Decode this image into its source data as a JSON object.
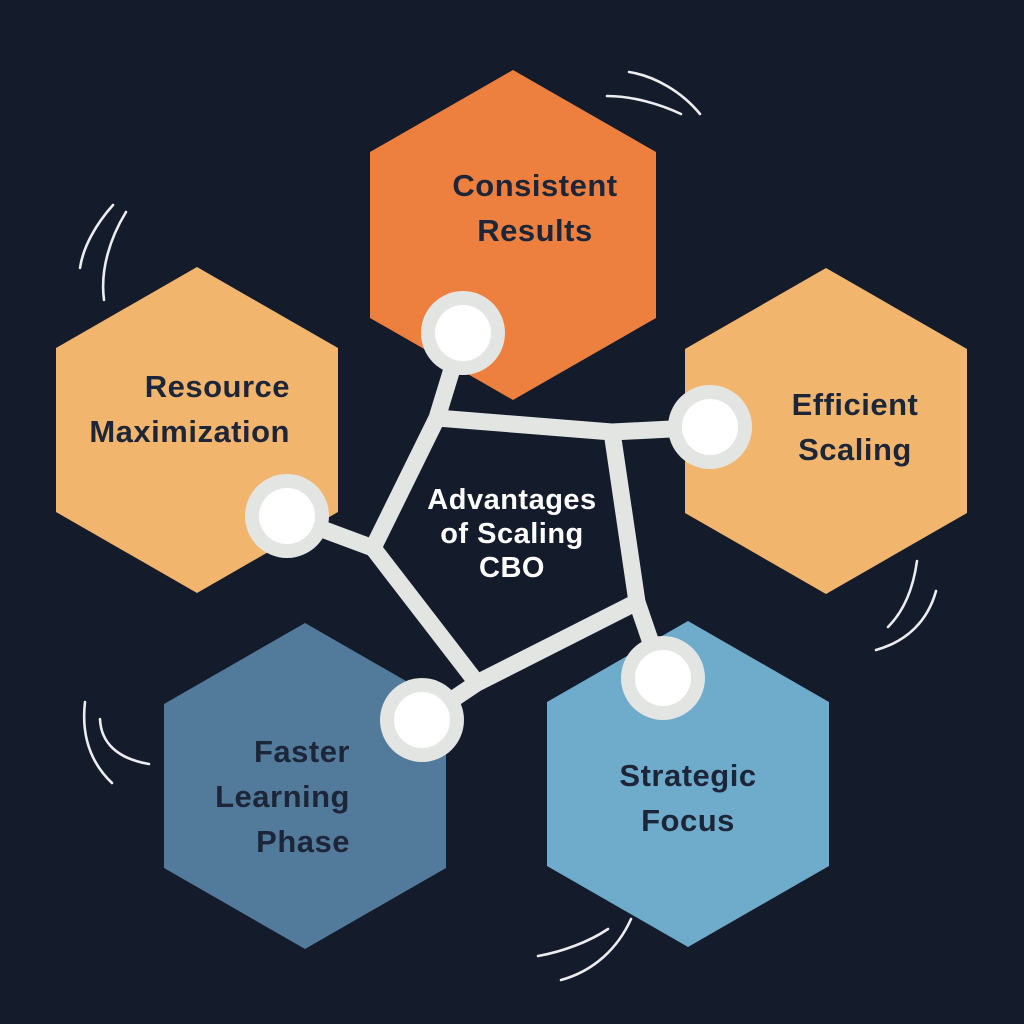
{
  "title": {
    "text": "Advantages\nof Scaling\nCBO"
  },
  "hexagons": [
    {
      "key": "consistent-results",
      "label": "Consistent\nResults",
      "color": "#ED7F3F"
    },
    {
      "key": "efficient-scaling",
      "label": "Efficient\nScaling",
      "color": "#F2B56E"
    },
    {
      "key": "resource-maximization",
      "label": "Resource\nMaximization",
      "color": "#F2B56E"
    },
    {
      "key": "faster-learning-phase",
      "label": "Faster\nLearning\nPhase",
      "color": "#527A9B"
    },
    {
      "key": "strategic-focus",
      "label": "Strategic\nFocus",
      "color": "#6FABCB"
    }
  ],
  "colors": {
    "background": "#141B2A",
    "connector": "#E3E5E3",
    "node_ring": "#E3E5E3",
    "node_fill": "#FFFFFF",
    "label_text": "#1D2638",
    "title_text": "#FFFFFF",
    "swoosh": "#FFFFFF"
  }
}
